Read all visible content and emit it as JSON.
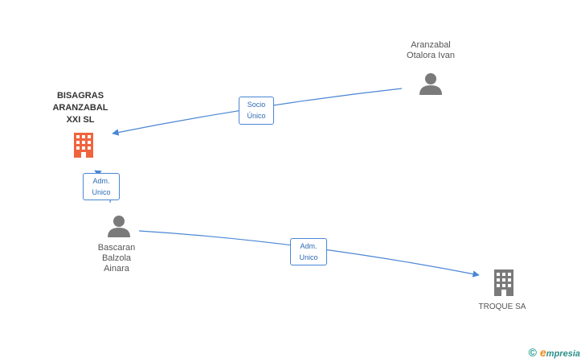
{
  "colors": {
    "edge": "#4a86d4",
    "company_main": "#f0643c",
    "company_other": "#7a7a7a",
    "person": "#7a7a7a"
  },
  "nodes": {
    "bisagras": {
      "name_lines": [
        "BISAGRAS",
        "ARANZABAL",
        "XXI SL"
      ],
      "icon": "building-icon"
    },
    "aranzabal": {
      "name_lines": [
        "Aranzabal",
        "Otalora Ivan"
      ],
      "icon": "person-icon"
    },
    "bascaran": {
      "name_lines": [
        "Bascaran",
        "Balzola",
        "Ainara"
      ],
      "icon": "person-icon"
    },
    "troque": {
      "name_lines": [
        "TROQUE SA"
      ],
      "icon": "building-icon"
    }
  },
  "edges": {
    "socio": "Socio\nÚnico",
    "adm1": "Adm.\nUnico",
    "adm2": "Adm.\nUnico"
  },
  "watermark": {
    "copyright": "©",
    "brand_initial": "e",
    "brand_rest": "mpresia"
  }
}
